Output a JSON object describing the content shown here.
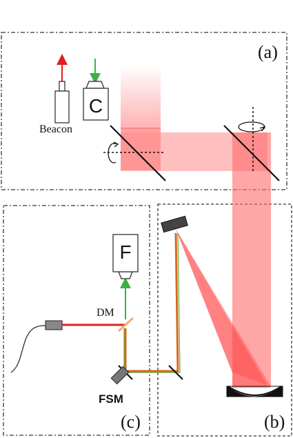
{
  "panels": {
    "a": {
      "label": "(a)"
    },
    "b": {
      "label": "(b)"
    },
    "c": {
      "label": "(c)"
    }
  },
  "components": {
    "beacon": "Beacon",
    "camera_c": "C",
    "camera_f": "F",
    "dichroic_mirror": "DM",
    "fast_steering_mirror": "FSM"
  },
  "colors": {
    "beam": "#ff5555",
    "beam_light": "#ff9a9a",
    "laser": "#e02020",
    "green": "#3cb043",
    "frame": "#333333"
  }
}
